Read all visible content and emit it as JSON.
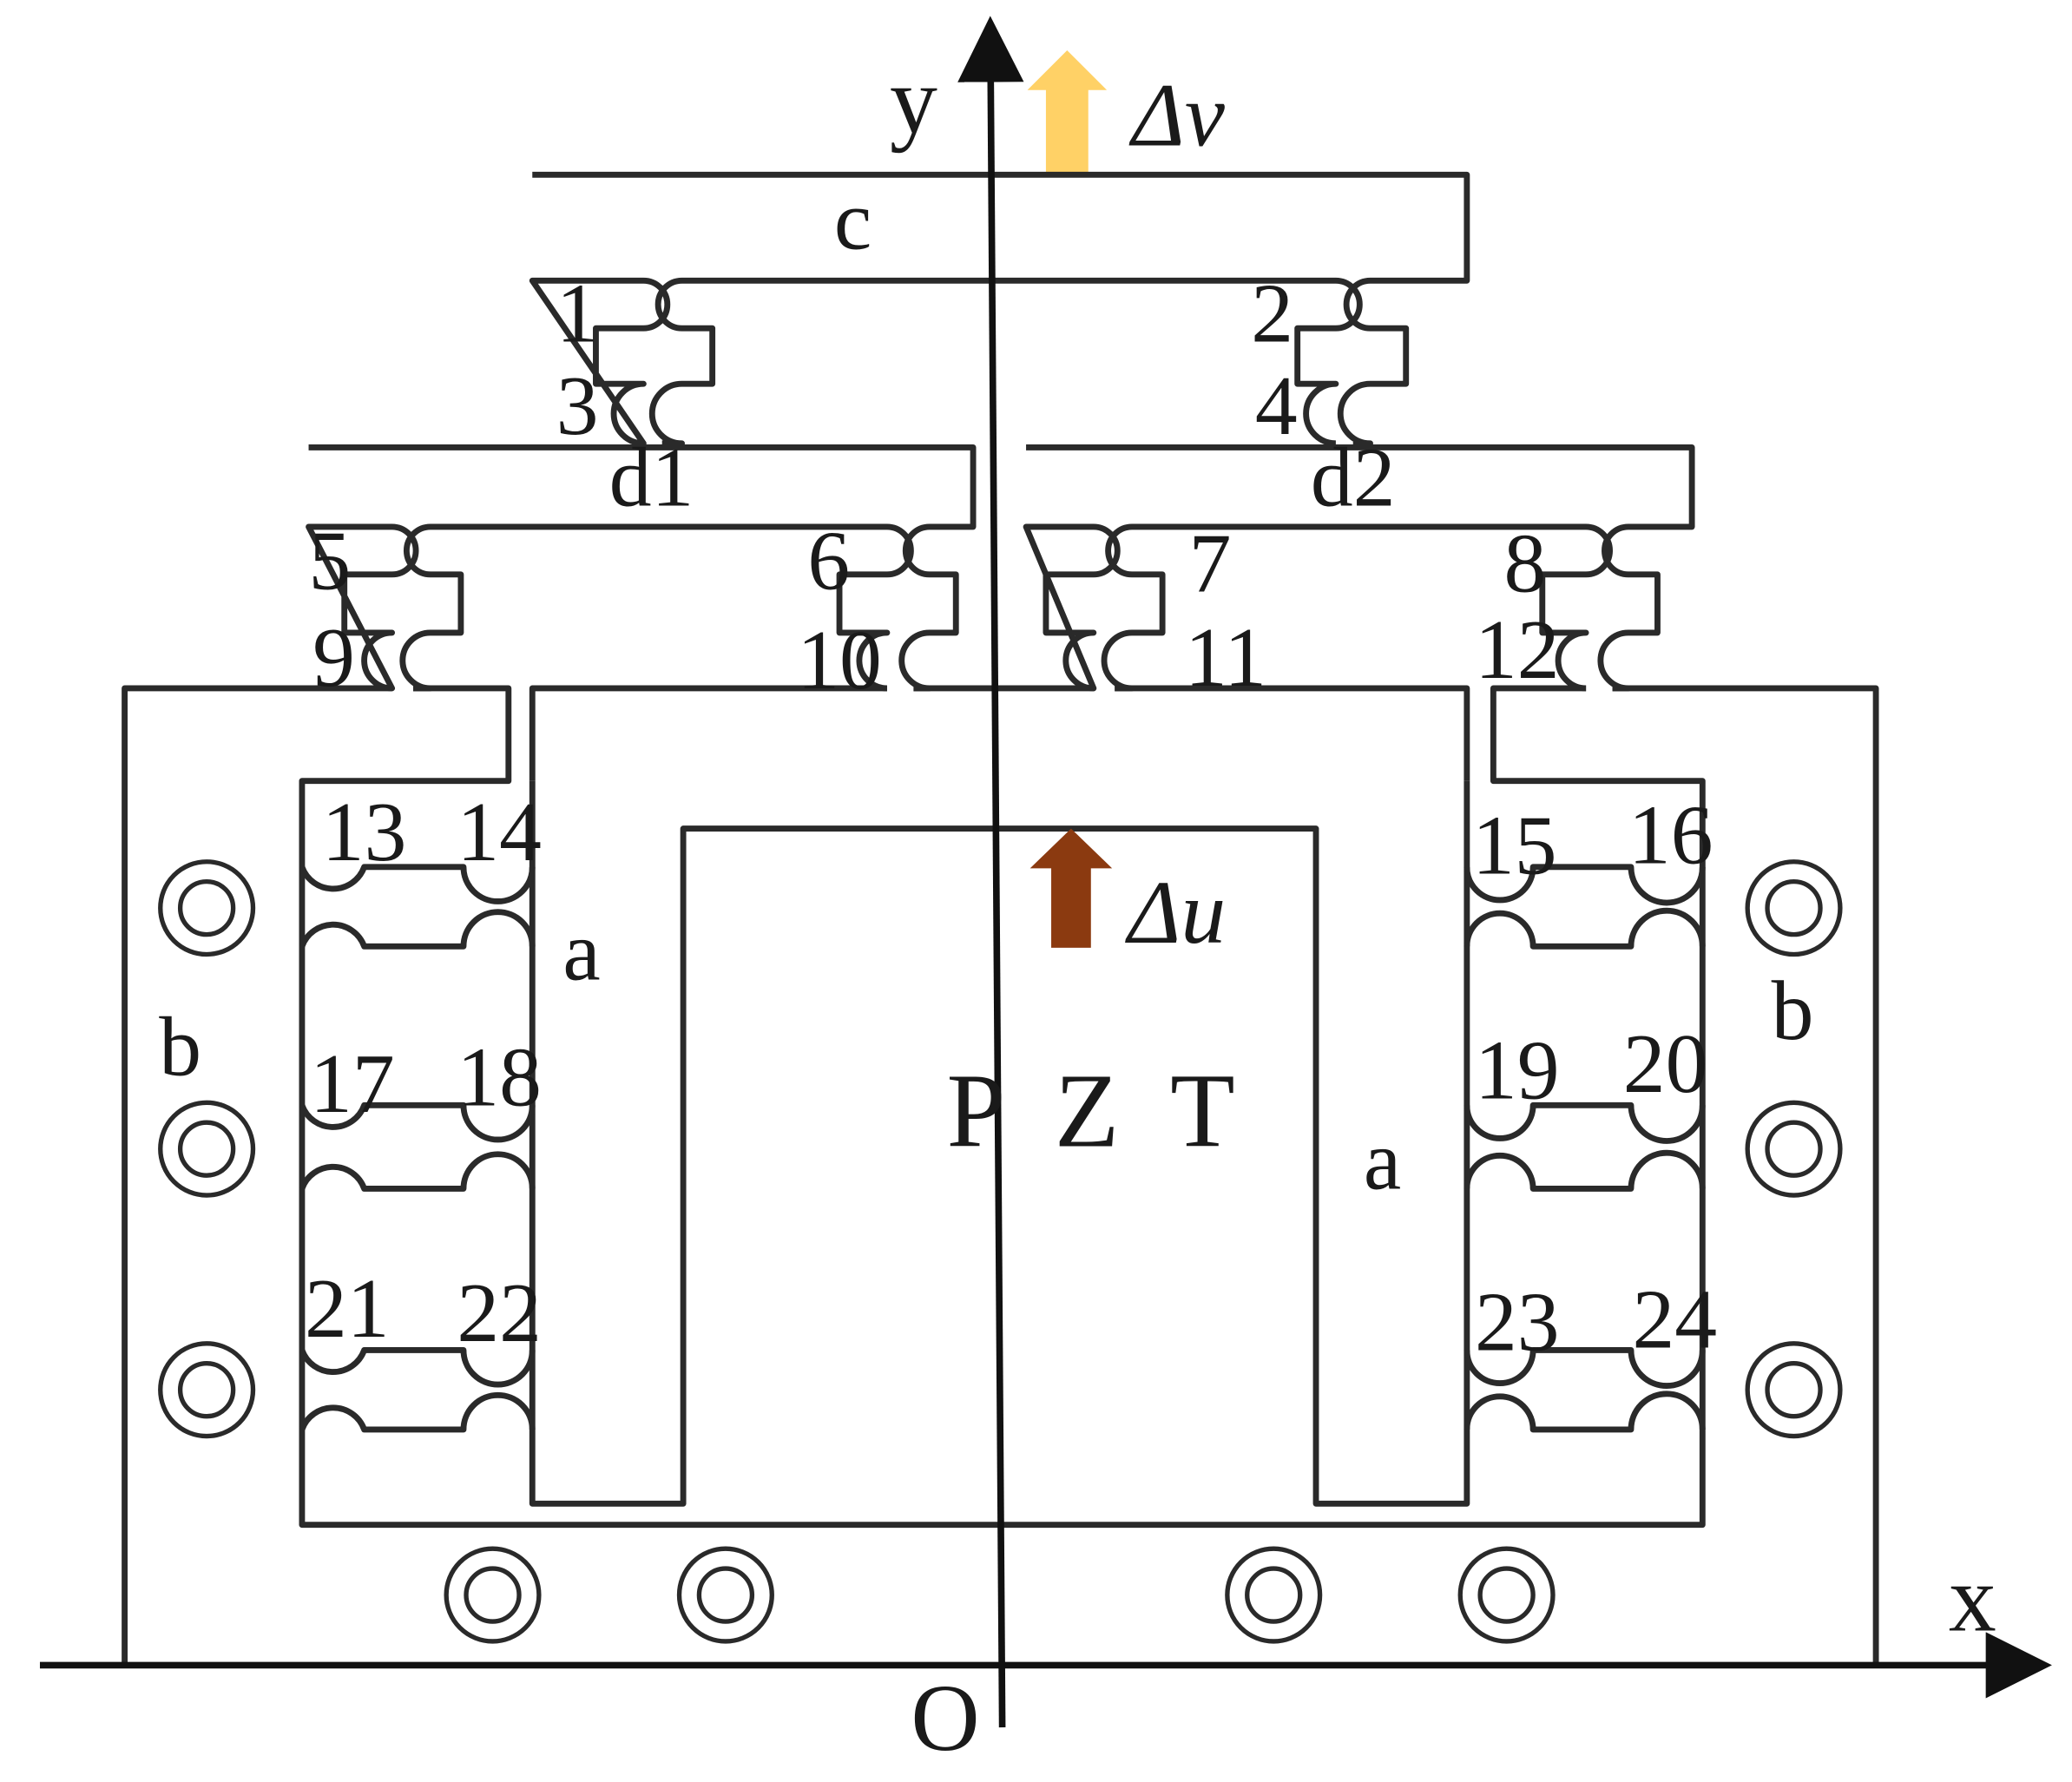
{
  "axes": {
    "x_label": "x",
    "y_label": "y",
    "origin_label": "O"
  },
  "parts": {
    "c": "c",
    "d1": "d1",
    "d2": "d2",
    "a": "a",
    "b": "b",
    "pzt": "P Z T"
  },
  "hinge_labels": [
    "1",
    "2",
    "3",
    "4",
    "5",
    "6",
    "7",
    "8",
    "9",
    "10",
    "11",
    "12",
    "13",
    "14",
    "15",
    "16",
    "17",
    "18",
    "19",
    "20",
    "21",
    "22",
    "23",
    "24"
  ],
  "arrows": {
    "output": {
      "label": "Δv",
      "color": "#ffd166"
    },
    "input": {
      "label": "Δu",
      "color": "#8b3a10"
    }
  },
  "icons": {
    "bolt_hole": "bolt-hole-icon"
  }
}
